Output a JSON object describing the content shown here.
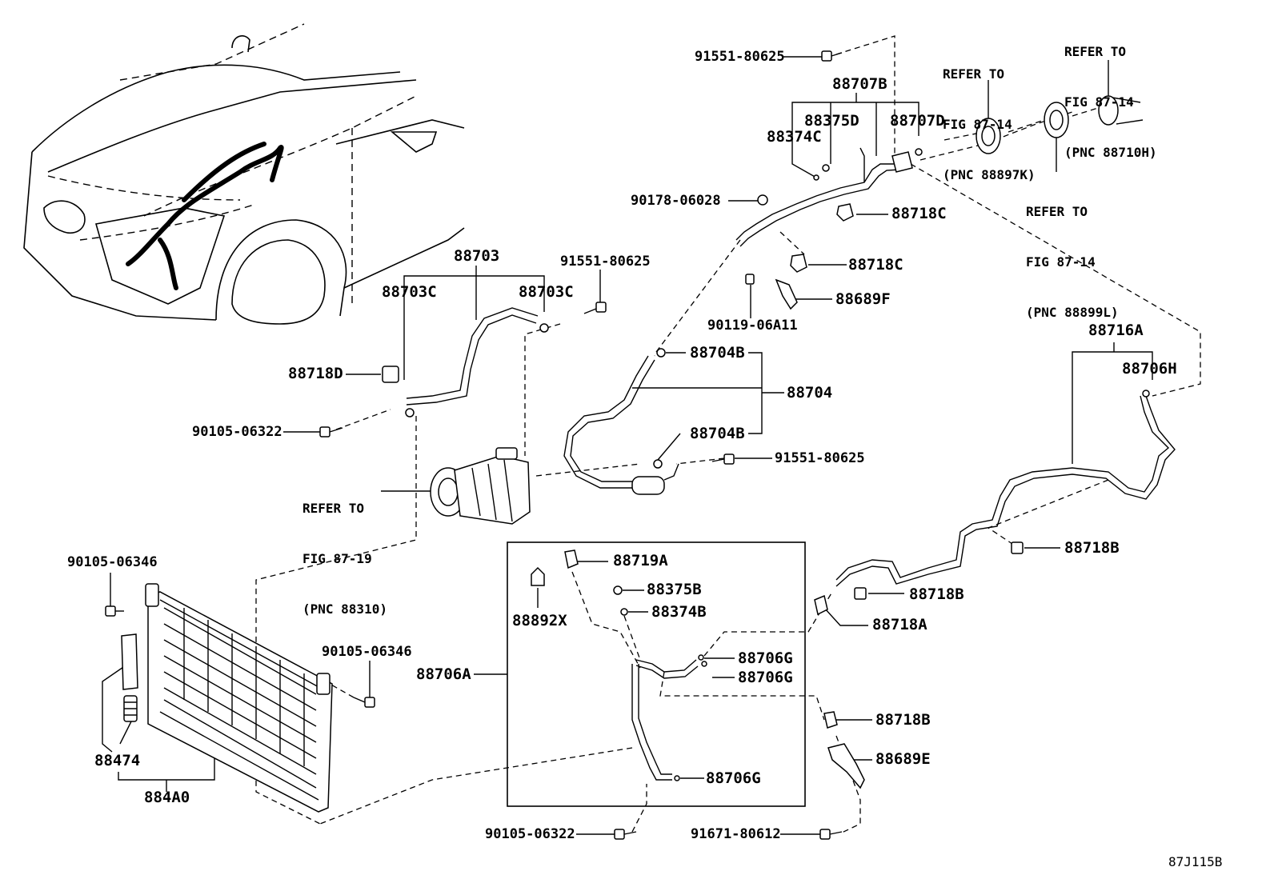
{
  "diagram_id": "87J115B",
  "labels": {
    "p_91551_80625_top": "91551-80625",
    "p_88707B": "88707B",
    "p_88375D": "88375D",
    "p_88707D": "88707D",
    "p_88374C": "88374C",
    "p_90178_06028": "90178-06028",
    "p_88718C_a": "88718C",
    "p_88718C_b": "88718C",
    "p_88689F": "88689F",
    "p_90119_06A11": "90119-06A11",
    "p_88703": "88703",
    "p_91551_80625_mid": "91551-80625",
    "p_88703C_left": "88703C",
    "p_88703C_right": "88703C",
    "p_88718D": "88718D",
    "p_90105_06322_top": "90105-06322",
    "p_88704B_top": "88704B",
    "p_88704": "88704",
    "p_88704B_bot": "88704B",
    "p_91551_80625_low": "91551-80625",
    "p_88716A": "88716A",
    "p_88706H": "88706H",
    "p_88718B_a": "88718B",
    "p_88718B_b": "88718B",
    "p_88718A": "88718A",
    "p_88719A": "88719A",
    "p_88375B": "88375B",
    "p_88374B": "88374B",
    "p_88892X": "88892X",
    "p_88706A": "88706A",
    "p_88706G_a": "88706G",
    "p_88706G_b": "88706G",
    "p_88706G_c": "88706G",
    "p_88718B_c": "88718B",
    "p_88689E": "88689E",
    "p_90105_06346_left": "90105-06346",
    "p_90105_06346_right": "90105-06346",
    "p_88474": "88474",
    "p_884A0": "884A0",
    "p_90105_06322_bot": "90105-06322",
    "p_91671_80612": "91671-80612"
  },
  "references": {
    "ref_88710H": [
      "REFER TO",
      "FIG 87-14",
      "(PNC 88710H)"
    ],
    "ref_88897K": [
      "REFER TO",
      "FIG 87-14",
      "(PNC 88897K)"
    ],
    "ref_88899L": [
      "REFER TO",
      "FIG 87-14",
      "(PNC 88899L)"
    ],
    "ref_88310": [
      "REFER TO",
      "FIG 87-19",
      "(PNC 88310)"
    ]
  }
}
